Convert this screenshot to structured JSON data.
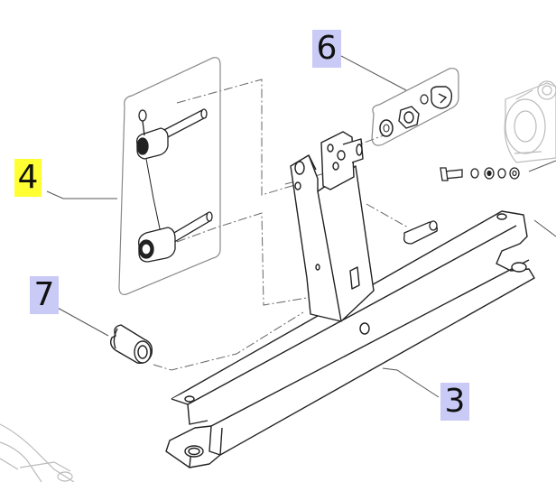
{
  "callouts": [
    {
      "id": "c4",
      "label": "4",
      "highlight": "#ffff33"
    },
    {
      "id": "c6",
      "label": "6",
      "highlight": "#c9caf6"
    },
    {
      "id": "c7",
      "label": "7",
      "highlight": "#c9caf6"
    },
    {
      "id": "c3",
      "label": "3",
      "highlight": "#c9caf6"
    }
  ],
  "colors": {
    "line": "#222222",
    "leader": "#555555",
    "faded": "#bbbbbb",
    "panel": "#888888"
  }
}
